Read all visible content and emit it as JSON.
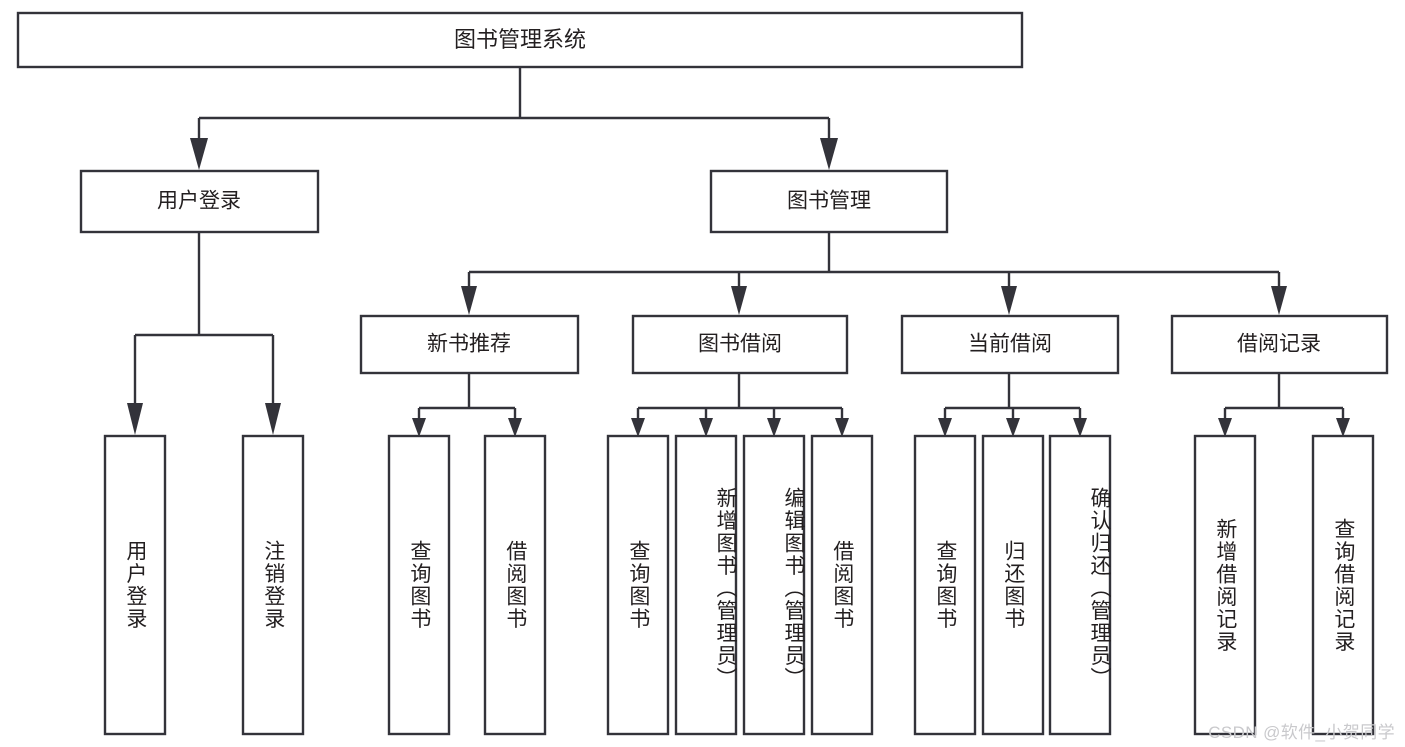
{
  "diagram": {
    "type": "tree-hierarchy",
    "title": "图书管理系统",
    "root": {
      "label": "图书管理系统",
      "orientation": "horizontal"
    },
    "level2": [
      {
        "label": "用户登录",
        "orientation": "horizontal"
      },
      {
        "label": "图书管理",
        "orientation": "horizontal"
      }
    ],
    "level3": [
      {
        "label": "新书推荐",
        "orientation": "horizontal",
        "parent": "图书管理"
      },
      {
        "label": "图书借阅",
        "orientation": "horizontal",
        "parent": "图书管理"
      },
      {
        "label": "当前借阅",
        "orientation": "horizontal",
        "parent": "图书管理"
      },
      {
        "label": "借阅记录",
        "orientation": "horizontal",
        "parent": "图书管理"
      }
    ],
    "leaves": [
      {
        "label": "用户登录",
        "orientation": "vertical",
        "parent": "用户登录"
      },
      {
        "label": "注销登录",
        "orientation": "vertical",
        "parent": "用户登录"
      },
      {
        "label": "查询图书",
        "orientation": "vertical",
        "parent": "新书推荐"
      },
      {
        "label": "借阅图书",
        "orientation": "vertical",
        "parent": "新书推荐"
      },
      {
        "label": "查询图书",
        "orientation": "vertical",
        "parent": "图书借阅"
      },
      {
        "label": "新增图书（管理员）",
        "orientation": "vertical",
        "parent": "图书借阅"
      },
      {
        "label": "编辑图书（管理员）",
        "orientation": "vertical",
        "parent": "图书借阅"
      },
      {
        "label": "借阅图书",
        "orientation": "vertical",
        "parent": "图书借阅"
      },
      {
        "label": "查询图书",
        "orientation": "vertical",
        "parent": "当前借阅"
      },
      {
        "label": "归还图书",
        "orientation": "vertical",
        "parent": "当前借阅"
      },
      {
        "label": "确认归还（管理员）",
        "orientation": "vertical",
        "parent": "当前借阅"
      },
      {
        "label": "新增借阅记录",
        "orientation": "vertical",
        "parent": "借阅记录"
      },
      {
        "label": "查询借阅记录",
        "orientation": "vertical",
        "parent": "借阅记录"
      }
    ],
    "colors": {
      "box_stroke": "#33333a",
      "box_fill": "#ffffff",
      "text": "#231f20",
      "connector": "#33333a",
      "background": "#ffffff",
      "watermark": "#c9c9cc"
    }
  },
  "watermark": {
    "text": "CSDN @软件_小贺同学"
  }
}
